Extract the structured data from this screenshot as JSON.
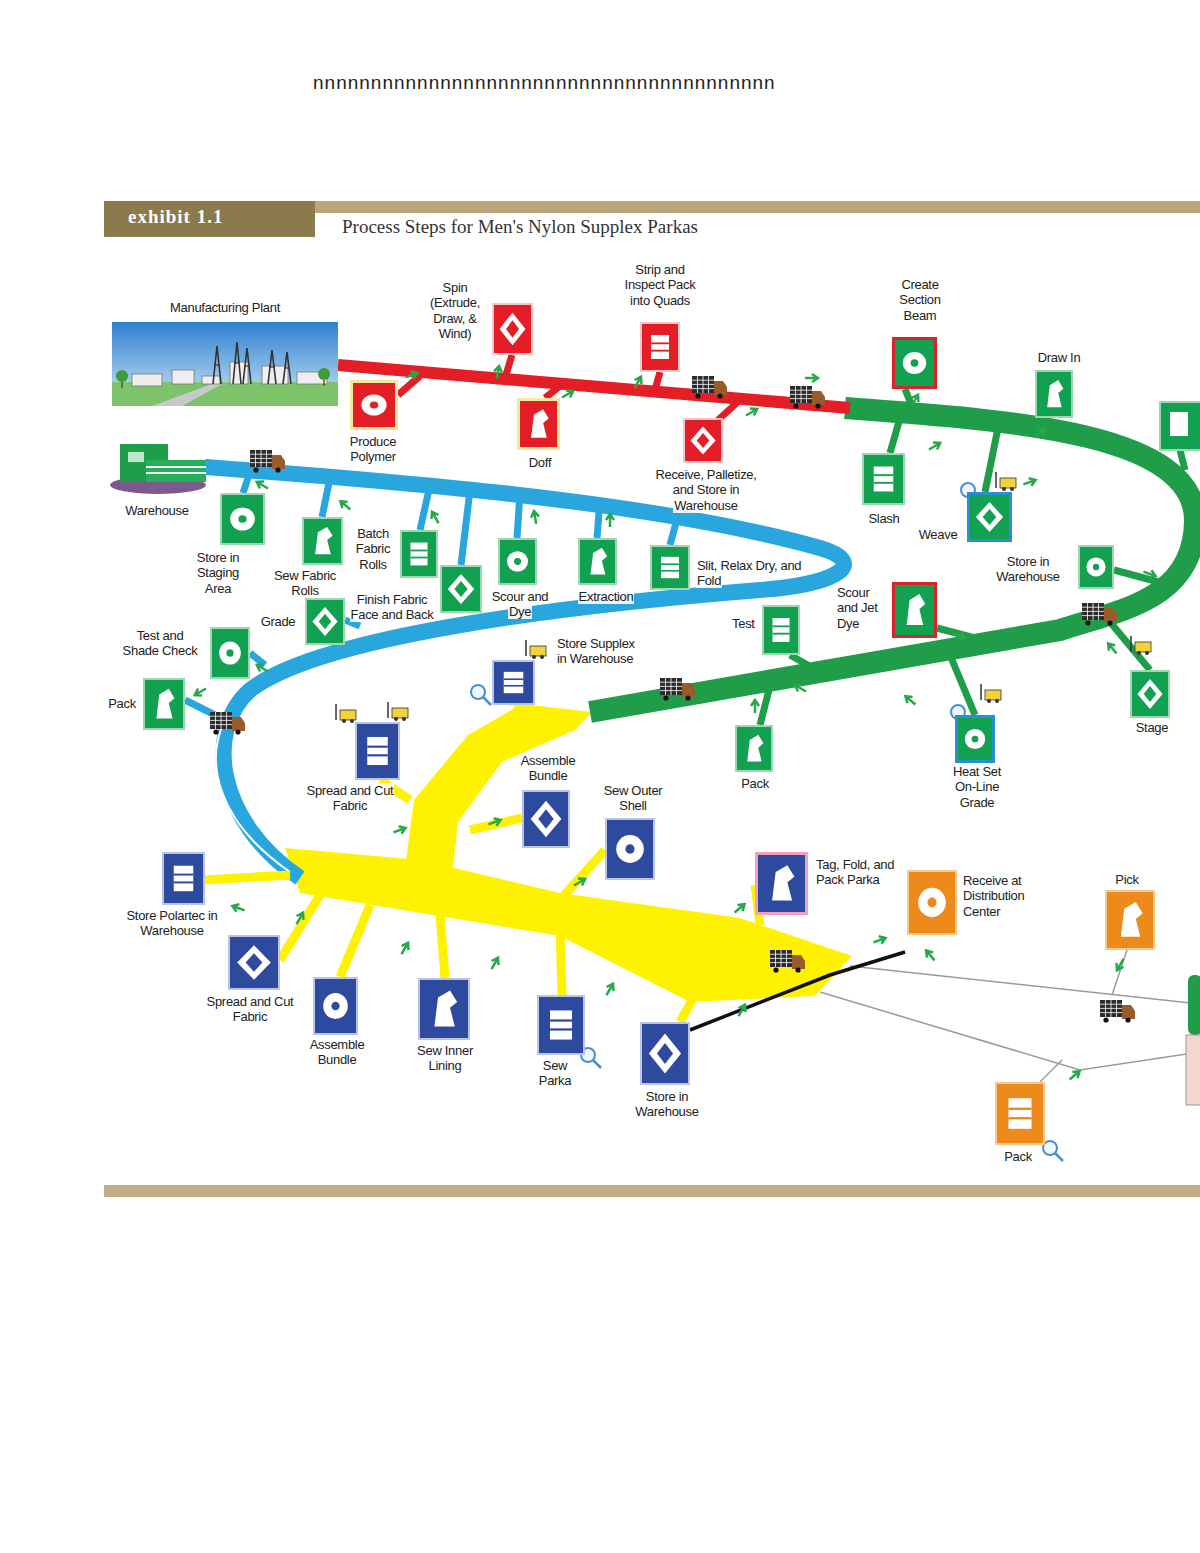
{
  "diagram": {
    "title": "Process Steps for Men's Nylon Supplex Parkas",
    "nodes": [
      {
        "text": [
          "Manufacturing Plant"
        ]
      },
      {
        "text": [
          "Spin (Extrude, Draw, & Wind)"
        ]
      },
      {
        "text": [
          "Produce Polymer"
        ]
      },
      {
        "text": [
          "Doff"
        ]
      },
      {
        "text": [
          "Strip and Inspect Pack into Quads"
        ]
      },
      {
        "text": [
          "Receive, Palletize, and Store in Warehouse"
        ]
      },
      {
        "text": [
          "Create Section Beam"
        ]
      },
      {
        "text": [
          "Draw In"
        ]
      },
      {
        "text": [
          "Slash"
        ]
      },
      {
        "text": [
          "Weave"
        ]
      },
      {
        "text": [
          "Store in Warehouse"
        ]
      },
      {
        "text": [
          "Scour and Jet Dye"
        ]
      },
      {
        "text": [
          "Test"
        ]
      },
      {
        "text": [
          "Stage"
        ]
      },
      {
        "text": [
          "Heat Set On-Line Grade"
        ]
      },
      {
        "text": [
          "Pack"
        ]
      },
      {
        "text": [
          "Store Supplex in Warehouse"
        ]
      },
      {
        "text": [
          "Warehouse"
        ]
      },
      {
        "text": [
          "Store in Staging Area"
        ]
      },
      {
        "text": [
          "Sew Fabric Rolls"
        ]
      },
      {
        "text": [
          "Batch Fabric Rolls"
        ]
      },
      {
        "text": [
          "Finish Fabric Face and Back"
        ]
      },
      {
        "text": [
          "Scour and Dye"
        ]
      },
      {
        "text": [
          "Extraction"
        ]
      },
      {
        "text": [
          "Slit, Relax Dry, and Fold"
        ]
      },
      {
        "text": [
          "Grade"
        ]
      },
      {
        "text": [
          "Test and Shade Check"
        ]
      },
      {
        "text": [
          "Pack"
        ]
      },
      {
        "text": [
          "Spread and Cut Fabric"
        ]
      },
      {
        "text": [
          "Assemble Bundle"
        ]
      },
      {
        "text": [
          "Sew Outer Shell"
        ]
      },
      {
        "text": [
          "Tag, Fold, and Pack Parka"
        ]
      },
      {
        "text": [
          "Store Polartec in Warehouse"
        ]
      },
      {
        "text": [
          "Spread and Cut Fabric"
        ]
      },
      {
        "text": [
          "Assemble Bundle"
        ]
      },
      {
        "text": [
          "Sew Inner Lining"
        ]
      },
      {
        "text": [
          "Sew Parka"
        ]
      },
      {
        "text": [
          "Store in Warehouse"
        ]
      },
      {
        "text": [
          "Receive at Distribution Center"
        ]
      },
      {
        "text": [
          "Pick"
        ]
      },
      {
        "text": [
          "Pack"
        ]
      }
    ],
    "labels": [
      "nnnnnnnnnnnnnnnnnnnnnnnnnnnnnnnnnnnnnnnn",
      "exhibit 1.1"
    ]
  }
}
